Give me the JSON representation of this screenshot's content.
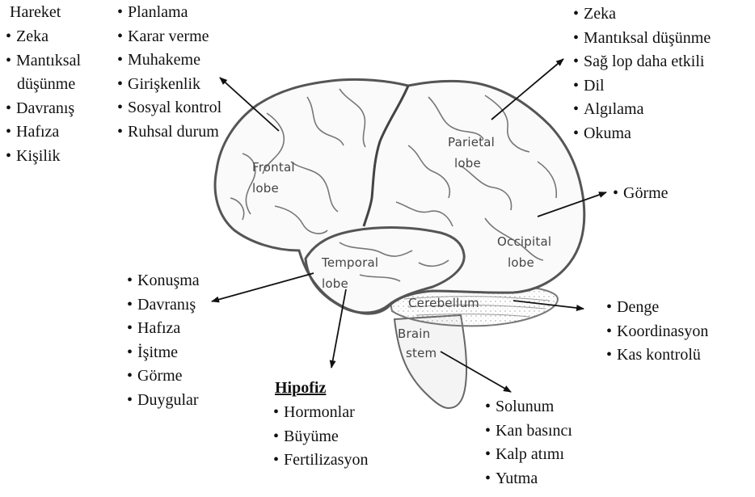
{
  "brain_labels": {
    "frontal": [
      "Frontal",
      "lobe"
    ],
    "parietal": [
      "Parietal",
      "lobe"
    ],
    "occipital": [
      "Occipital",
      "lobe"
    ],
    "temporal": [
      "Temporal",
      "lobe"
    ],
    "cerebellum": "Cerebellum",
    "brainstem": [
      "Brain",
      "stem"
    ]
  },
  "bullet_symbol": "•",
  "frontal_list_a": {
    "first_plain": "Hareket",
    "items": [
      "Zeka",
      "Mantıksal",
      "Davranış",
      "Hafıza",
      "Kişilik"
    ],
    "mantiksal_continuation": "düşünme"
  },
  "frontal_list_b": {
    "items": [
      "Planlama",
      "Karar verme",
      "Muhakeme",
      "Girişkenlik",
      "Sosyal kontrol",
      "Ruhsal durum"
    ]
  },
  "parietal_list": {
    "items": [
      "Zeka",
      "Mantıksal düşünme",
      "Sağ lop daha etkili",
      "Dil",
      "Algılama",
      "Okuma"
    ]
  },
  "occipital_list": {
    "items": [
      "Görme"
    ]
  },
  "temporal_list": {
    "items": [
      "Konuşma",
      "Davranış",
      "Hafıza",
      "İşitme",
      "Görme",
      "Duygular"
    ]
  },
  "hipofiz": {
    "title": "Hipofiz",
    "items": [
      "Hormonlar",
      "Büyüme",
      "Fertilizasyon"
    ]
  },
  "cerebellum_list": {
    "items": [
      "Denge",
      "Koordinasyon",
      "Kas kontrolü"
    ]
  },
  "brainstem_list": {
    "items": [
      "Solunum",
      "Kan basıncı",
      "Kalp atımı",
      "Yutma"
    ]
  }
}
